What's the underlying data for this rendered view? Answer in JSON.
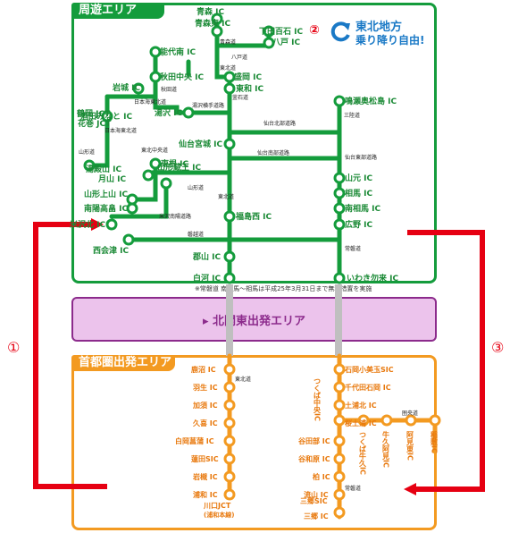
{
  "colors": {
    "green": "#149c3c",
    "orange": "#f39a21",
    "purple_bg": "#ecc3ec",
    "purple_border": "#8c2b8c",
    "red": "#e60012",
    "blue": "#1a79c6",
    "grey": "#bfbfbf",
    "ic_text": "#1b8a36"
  },
  "areas": {
    "tohoku_title": "周遊エリア",
    "kitakanto_title": "北関東出発エリア",
    "shutoken_title": "首都圏出発エリア"
  },
  "free_pass": {
    "marker": "②",
    "line1": "東北地方",
    "line2": "乗り降り自由!",
    "icon": "refresh-arrow-icon"
  },
  "route_markers": [
    "①",
    "③"
  ],
  "footnote": "※常磐道 南相馬～相馬は平成25年3月31日まで無料措置を実施",
  "green_ics": [
    {
      "name": "青森 IC"
    },
    {
      "name": "青森東 IC"
    },
    {
      "name": "下田百石 IC"
    },
    {
      "name": "八戸 IC"
    },
    {
      "name": "能代南 IC"
    },
    {
      "name": "秋田中央 IC"
    },
    {
      "name": "盛岡 IC"
    },
    {
      "name": "岩城 IC"
    },
    {
      "name": "花巻 JCT"
    },
    {
      "name": "東和 IC"
    },
    {
      "name": "湯沢 IC"
    },
    {
      "name": "鶴岡 JCT"
    },
    {
      "name": "酒田みなと IC"
    },
    {
      "name": "鳴瀬奥松島 IC"
    },
    {
      "name": "湯殿山 IC"
    },
    {
      "name": "仙台宮城 IC"
    },
    {
      "name": "東根 IC"
    },
    {
      "name": "月山 IC"
    },
    {
      "name": "山形蔵王 IC"
    },
    {
      "name": "山元 IC"
    },
    {
      "name": "山形上山 IC"
    },
    {
      "name": "相馬 IC"
    },
    {
      "name": "南陽高畠 IC"
    },
    {
      "name": "南相馬 IC"
    },
    {
      "name": "福島西 IC"
    },
    {
      "name": "米沢北 IC"
    },
    {
      "name": "広野 IC"
    },
    {
      "name": "西会津 IC"
    },
    {
      "name": "郡山 IC"
    },
    {
      "name": "白河 IC"
    },
    {
      "name": "いわき勿来 IC"
    }
  ],
  "green_roads": [
    {
      "name": "青森道"
    },
    {
      "name": "八戸道"
    },
    {
      "name": "東北道"
    },
    {
      "name": "秋田道"
    },
    {
      "name": "釜石道"
    },
    {
      "name": "日本海東北道"
    },
    {
      "name": "湯沢横手道路"
    },
    {
      "name": "日本海東北道"
    },
    {
      "name": "山形道"
    },
    {
      "name": "仙台北部道路"
    },
    {
      "name": "三陸道"
    },
    {
      "name": "東北中央道"
    },
    {
      "name": "仙台南部道路"
    },
    {
      "name": "仙台東部道路"
    },
    {
      "name": "山形道"
    },
    {
      "name": "東北道"
    },
    {
      "name": "米沢南陽道路"
    },
    {
      "name": "磐越道"
    },
    {
      "name": "常磐道"
    }
  ],
  "orange_left": [
    {
      "name": "鹿沼 IC"
    },
    {
      "name": "羽生 IC"
    },
    {
      "name": "加須 IC"
    },
    {
      "name": "久喜 IC"
    },
    {
      "name": "白岡菖蒲 IC"
    },
    {
      "name": "蓮田SIC"
    },
    {
      "name": "岩槻 IC"
    },
    {
      "name": "浦和 IC"
    },
    {
      "name": "川口JCT"
    },
    {
      "name": "(浦和本線)"
    }
  ],
  "orange_left_road": "東北道",
  "orange_right": [
    {
      "name": "石岡小美玉SIC"
    },
    {
      "name": "千代田石岡 IC"
    },
    {
      "name": "土浦北 IC"
    },
    {
      "name": "桜土浦 IC"
    },
    {
      "name": "谷田部 IC"
    },
    {
      "name": "谷和原 IC"
    },
    {
      "name": "柏 IC"
    },
    {
      "name": "流山 IC"
    },
    {
      "name": "三郷SIC"
    },
    {
      "name": "三郷 IC"
    }
  ],
  "orange_right_vertical": [
    {
      "name": "つくば中央IC"
    },
    {
      "name": "つくば牛久IC"
    },
    {
      "name": "牛久阿見IC"
    },
    {
      "name": "阿見東IC"
    },
    {
      "name": "稲敷IC"
    }
  ],
  "orange_right_roads": [
    {
      "name": "圏央道"
    },
    {
      "name": "常磐道"
    }
  ]
}
